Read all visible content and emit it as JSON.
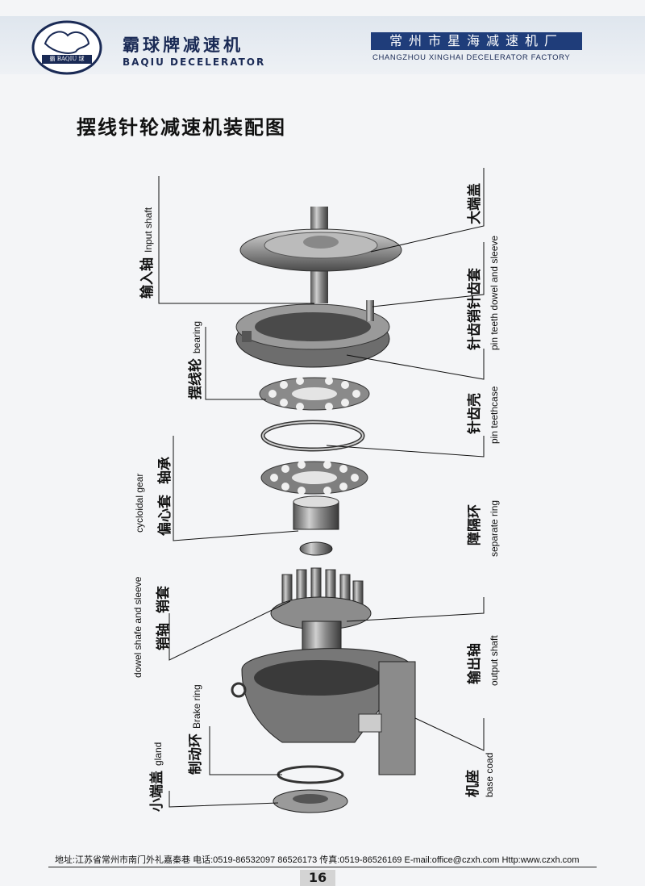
{
  "header": {
    "logo_text": "霸 BAQIU 球",
    "brand_cn": "霸球牌减速机",
    "brand_en": "BAQIU DECELERATOR",
    "factory_cn": "常州市星海减速机厂",
    "factory_en": "CHANGZHOU XINGHAI DECELERATOR FACTORY"
  },
  "title": "摆线针轮减速机装配图",
  "labels": {
    "input_shaft_cn": "输入轴",
    "input_shaft_en": "Input shaft",
    "big_cover_cn": "大端盖",
    "pin_dowel_cn": "针齿销针齿套",
    "pin_dowel_en": "pin teeth dowel and sleeve",
    "bearing_cn": "摆线轮",
    "bearing_en": "bearing",
    "pin_case_cn": "针齿壳",
    "pin_case_en": "pin teethcase",
    "cycloidal_en": "cycloidal gear",
    "bearing2_cn": "轴承",
    "eccentric_cn": "偏心套",
    "separate_cn": "障隔环",
    "separate_en": "separate ring",
    "dowel_en": "dowel shafe and sleeve",
    "dowel_cn_a": "销轴",
    "dowel_cn_b": "销套",
    "output_cn": "输出轴",
    "output_en": "output shaft",
    "brake_cn": "制动环",
    "brake_en": "Brake ring",
    "gland_cn": "小端盖",
    "gland_en": "gland",
    "base_cn": "机座",
    "base_en": "base coad"
  },
  "footer": {
    "address": "地址:江苏省常州市南门外礼嘉秦巷  电话:0519-86532097  86526173  传真:0519-86526169  E-mail:office@czxh.com  Http:www.czxh.com",
    "page": "16"
  }
}
